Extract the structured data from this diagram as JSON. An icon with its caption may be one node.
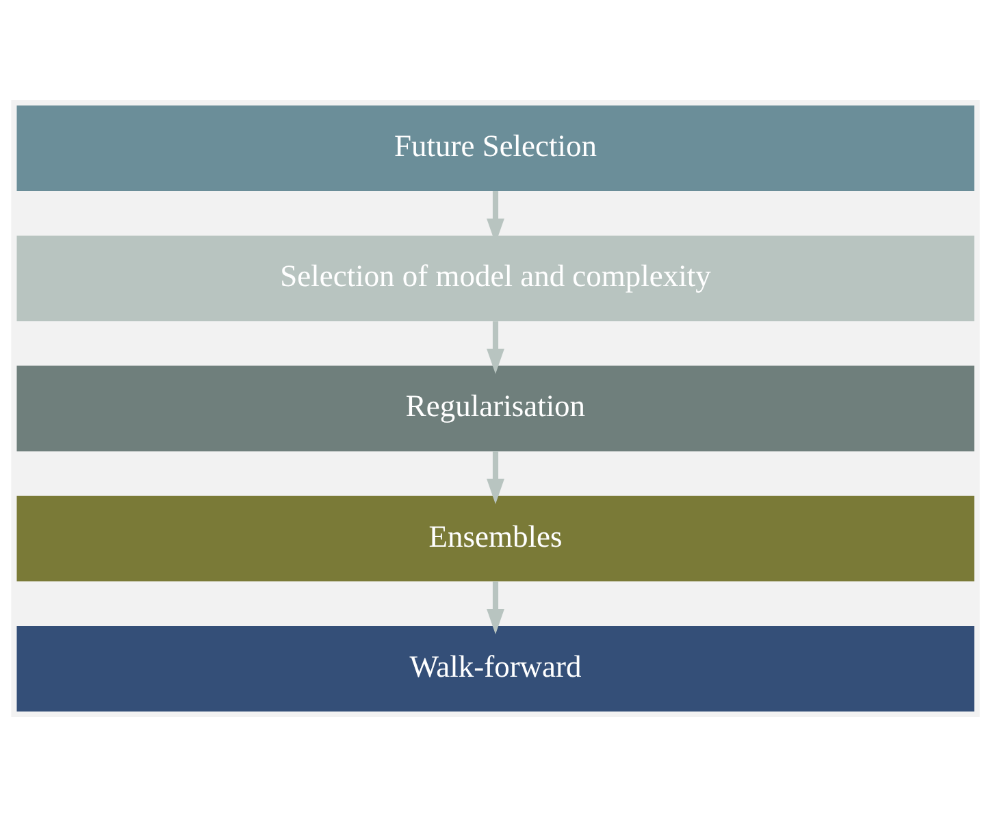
{
  "diagram": {
    "nodes": [
      {
        "text": [
          "Future Selection"
        ]
      },
      {
        "text": [
          "Selection of model and complexity"
        ]
      },
      {
        "text": [
          "Regularisation"
        ]
      },
      {
        "text": [
          "Ensembles"
        ]
      },
      {
        "text": [
          "Walk-forward"
        ]
      }
    ],
    "edges": [
      {
        "from": 0,
        "to": 1,
        "arrow": "to"
      },
      {
        "from": 1,
        "to": 2,
        "arrow": "to"
      },
      {
        "from": 2,
        "to": 3,
        "arrow": "to"
      },
      {
        "from": 3,
        "to": 4,
        "arrow": "to"
      }
    ]
  }
}
